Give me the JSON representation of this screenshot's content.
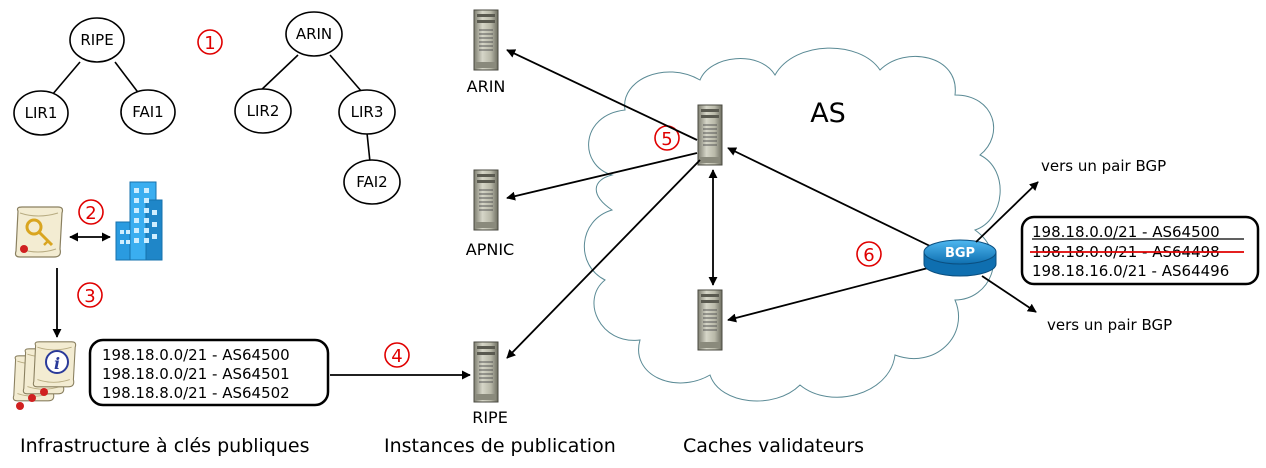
{
  "tree_ripe": {
    "root": "RIPE",
    "children": [
      "LIR1",
      "FAI1"
    ]
  },
  "tree_arin": {
    "root": "ARIN",
    "children": [
      "LIR2",
      "LIR3"
    ],
    "grandchild": "FAI2"
  },
  "steps": [
    "1",
    "2",
    "3",
    "4",
    "5",
    "6"
  ],
  "servers": {
    "arin": "ARIN",
    "apnic": "APNIC",
    "ripe": "RIPE"
  },
  "as_label": "AS",
  "bgp_label": "BGP",
  "peer_links": [
    "vers un pair BGP",
    "vers un pair BGP"
  ],
  "roa_list": [
    "198.18.0.0/21 - AS64500",
    "198.18.0.0/21 - AS64501",
    "198.18.8.0/21 - AS64502"
  ],
  "bgp_table": {
    "rows": [
      "198.18.0.0/21 - AS64500",
      "198.18.0.0/21 - AS64498",
      "198.18.16.0/21 - AS64496"
    ],
    "valid_color": "#000000",
    "invalid_strike_color": "#e00000"
  },
  "captions": [
    "Infrastructure à clés publiques",
    "Instances de publication",
    "Caches validateurs"
  ],
  "colors": {
    "step": "#e00000",
    "router": "#1d8fd6",
    "building": "#2a9be0",
    "cloud_stroke": "#5a8a95"
  }
}
